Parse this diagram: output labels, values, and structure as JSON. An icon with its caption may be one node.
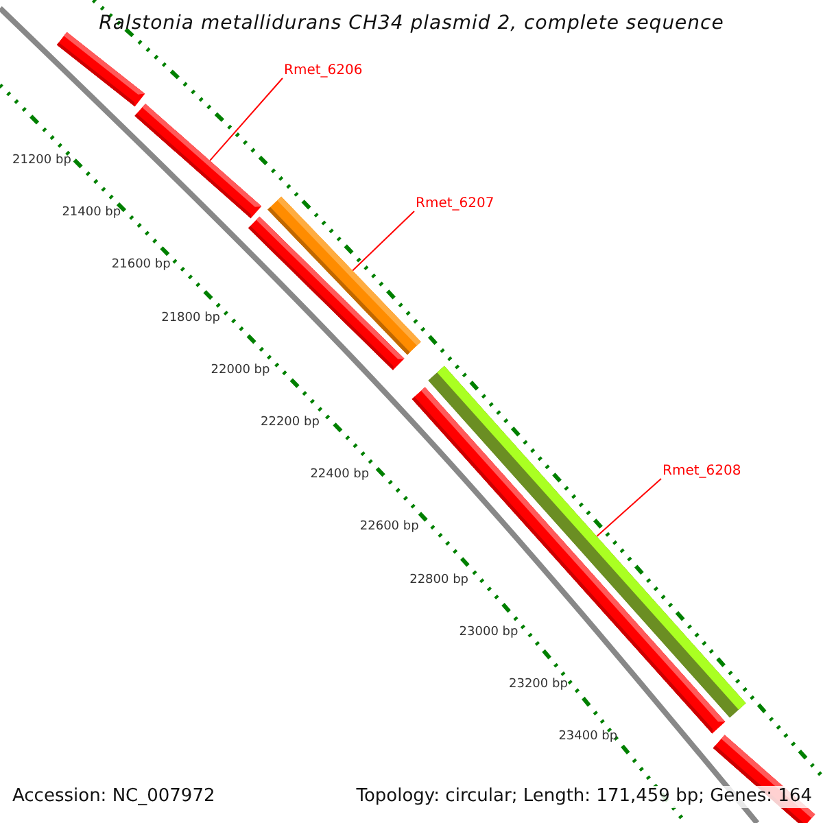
{
  "diagram": {
    "title": "Ralstonia metallidurans CH34 plasmid 2, complete sequence",
    "nodes": [
      {
        "text": [
          "Rmet_6206"
        ]
      },
      {
        "text": [
          "Rmet_6207"
        ]
      },
      {
        "text": [
          "Rmet_6208"
        ]
      },
      {
        "text": [],
        "shape": "bar"
      },
      {
        "text": [],
        "shape": "bar"
      },
      {
        "text": [],
        "shape": "bar"
      },
      {
        "text": [],
        "shape": "bar"
      },
      {
        "text": [],
        "shape": "bar"
      },
      {
        "text": [],
        "shape": "bar"
      },
      {
        "text": [],
        "shape": "bar"
      }
    ],
    "edges": [
      {
        "from": 0,
        "to": 4,
        "arrow": "none"
      },
      {
        "from": 1,
        "to": 6,
        "arrow": "none"
      },
      {
        "from": 2,
        "to": 8,
        "arrow": "none"
      }
    ],
    "labels": [
      "21200 bp",
      "21400 bp",
      "21600 bp",
      "21800 bp",
      "22000 bp",
      "22200 bp",
      "22400 bp",
      "22600 bp",
      "22800 bp",
      "23000 bp",
      "23200 bp",
      "23400 bp",
      "Accession: NC_007972",
      "Topology: circular; Length: 171,459 bp; Genes: 164"
    ]
  }
}
